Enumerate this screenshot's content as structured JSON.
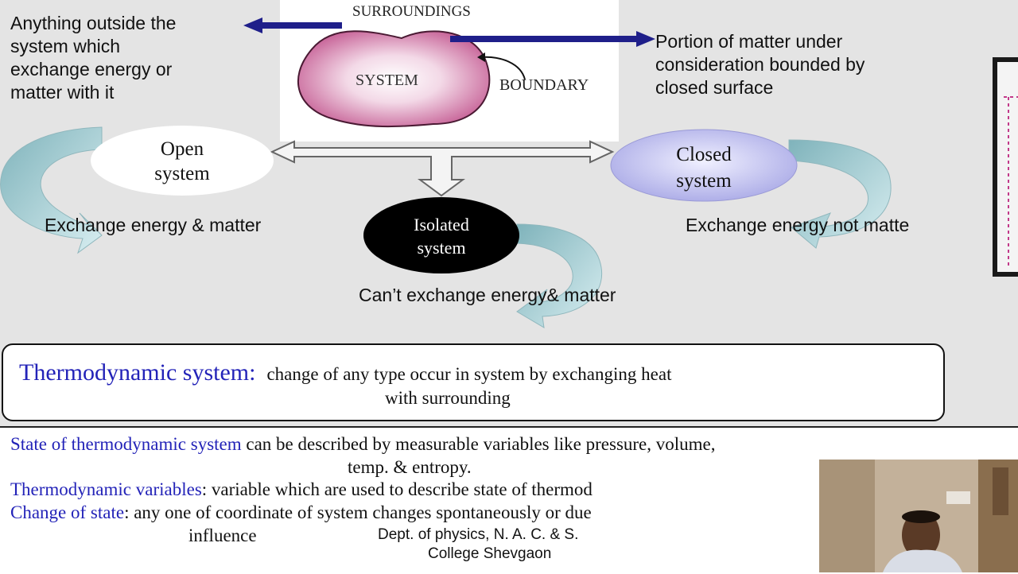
{
  "top": {
    "surroundings": "SURROUNDINGS",
    "system": "SYSTEM",
    "boundary": "BOUNDARY",
    "left_note": [
      "Anything outside the",
      "system which",
      "exchange energy or",
      "matter with it"
    ],
    "right_note": [
      "Portion of matter under",
      "consideration bounded by",
      "closed surface"
    ]
  },
  "types": {
    "open": [
      "Open",
      "system"
    ],
    "closed": [
      "Closed",
      "system"
    ],
    "isolated": [
      "Isolated",
      "system"
    ],
    "open_desc": "Exchange energy & matter",
    "closed_desc": "Exchange energy not matte",
    "isolated_desc": "Can’t exchange energy& matter"
  },
  "definition": {
    "term": "Thermodynamic  system:",
    "line1": "change of any type occur in system by exchanging heat",
    "line2": "with surrounding"
  },
  "state": {
    "s1_term": "State of thermodynamic system",
    "s1_text": " can be described by measurable variables like pressure, volume,",
    "s1_line2": "temp. & entropy.",
    "s2_term": "Thermodynamic  variables",
    "s2_text": ": variable which are used to describe state of thermod",
    "s3_term": "Change of state",
    "s3_text": ": any one of coordinate of system changes spontaneously or due",
    "s3_line2": "influence",
    "footer1": "Dept. of physics, N. A. C. & S.",
    "footer2": "College Shevgaon"
  },
  "colors": {
    "blob": "#d68fb4",
    "open_ellipse": "#ffffff",
    "closed_ellipse": "#c6c6ef",
    "isolated_ellipse": "#000000",
    "arrow_teal": "#86bcc4",
    "navy_arrow": "#1f1f8a",
    "term_blue": "#2323b8"
  }
}
